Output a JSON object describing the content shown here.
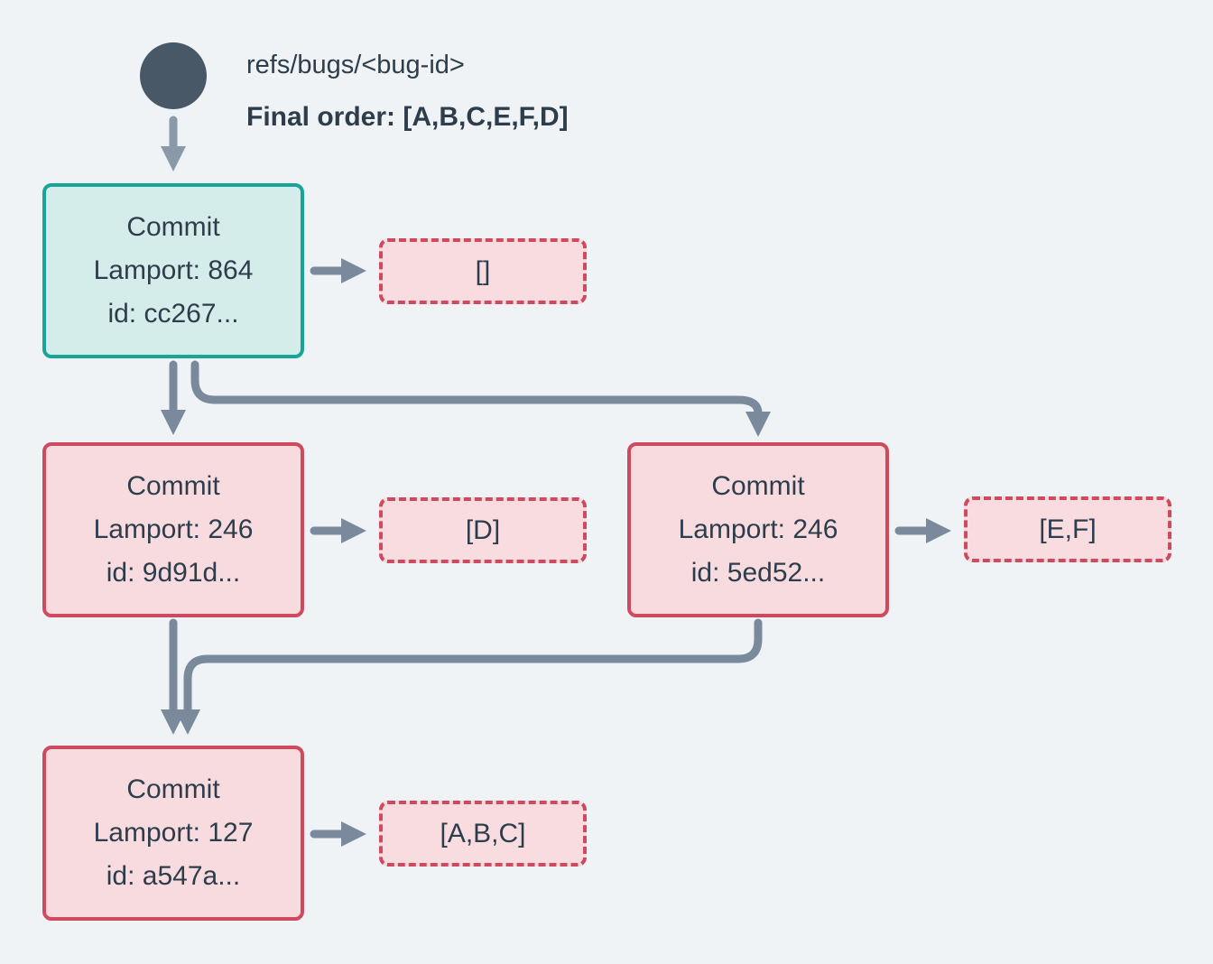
{
  "colors": {
    "background": "#eff3f6",
    "text": "#2e3d4b",
    "ref_circle": "#485866",
    "ref_arrow": "#8a99a8",
    "arrow": "#7a8a9c",
    "node_teal_border": "#18a597",
    "node_teal_fill": "#d5edea",
    "node_red_border": "#d04a5f",
    "node_red_fill": "#f7dbde",
    "ops_fill": "#f8dce0"
  },
  "header": {
    "ref_label": "refs/bugs/<bug-id>",
    "final_order": "Final order: [A,B,C,E,F,D]"
  },
  "nodes": [
    {
      "title": "Commit",
      "lamport": "Lamport: 864",
      "commit_id": "id: cc267...",
      "ops": "[]"
    },
    {
      "title": "Commit",
      "lamport": "Lamport: 246",
      "commit_id": "id: 9d91d...",
      "ops": "[D]"
    },
    {
      "title": "Commit",
      "lamport": "Lamport: 246",
      "commit_id": "id: 5ed52...",
      "ops": "[E,F]"
    },
    {
      "title": "Commit",
      "lamport": "Lamport: 127",
      "commit_id": "id: a547a...",
      "ops": "[A,B,C]"
    }
  ]
}
